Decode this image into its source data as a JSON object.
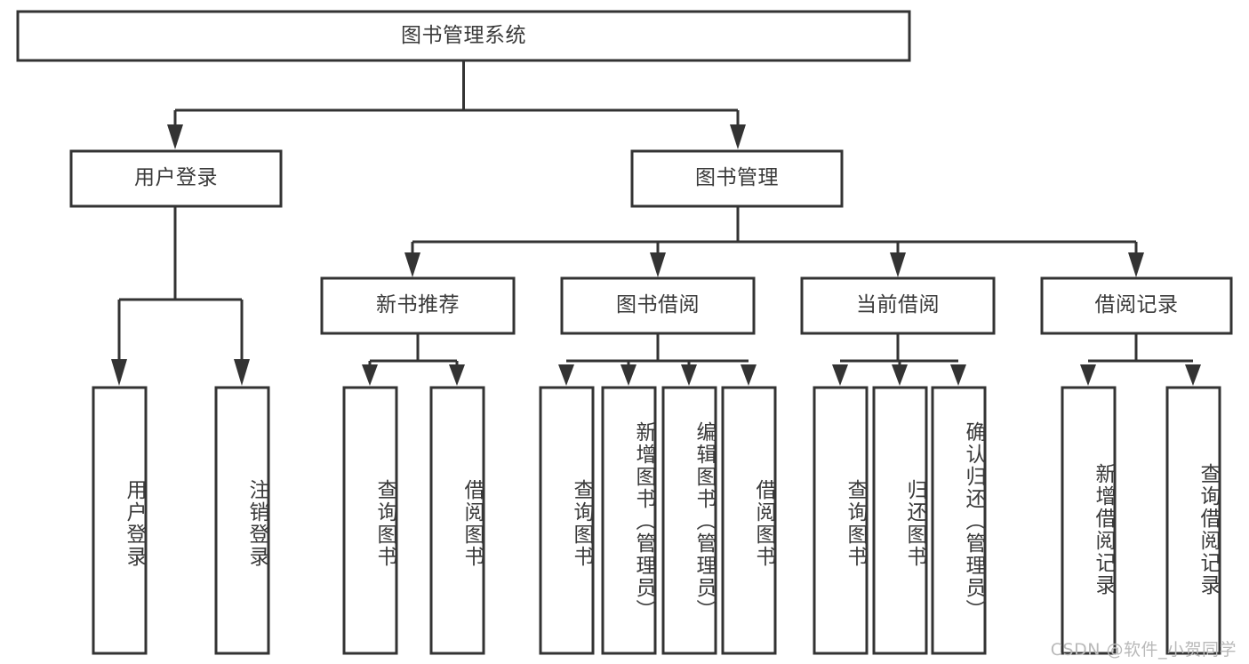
{
  "diagram": {
    "title": "图书管理系统",
    "type": "tree",
    "colors": {
      "box_fill": "#ffffff",
      "box_stroke": "#333333",
      "text": "#3a3a3a",
      "watermark": "#b9b9b9",
      "background": "#ffffff"
    },
    "root": {
      "label": "图书管理系统"
    },
    "level2": [
      {
        "label": "用户登录"
      },
      {
        "label": "图书管理"
      }
    ],
    "level3": [
      {
        "label": "新书推荐"
      },
      {
        "label": "图书借阅"
      },
      {
        "label": "当前借阅"
      },
      {
        "label": "借阅记录"
      }
    ],
    "leaves": {
      "user_login": [
        {
          "label": "用户登录"
        },
        {
          "label": "注销登录"
        }
      ],
      "new_book_recommend": [
        {
          "label": "查询图书"
        },
        {
          "label": "借阅图书"
        }
      ],
      "book_borrow": [
        {
          "label": "查询图书"
        },
        {
          "label": "新增图书（管理员）"
        },
        {
          "label": "编辑图书（管理员）"
        },
        {
          "label": "借阅图书"
        }
      ],
      "current_borrow": [
        {
          "label": "查询图书"
        },
        {
          "label": "归还图书"
        },
        {
          "label": "确认归还（管理员）"
        }
      ],
      "borrow_record": [
        {
          "label": "新增借阅记录"
        },
        {
          "label": "查询借阅记录"
        }
      ]
    }
  },
  "watermark": {
    "text": "CSDN @软件_小贺同学"
  }
}
